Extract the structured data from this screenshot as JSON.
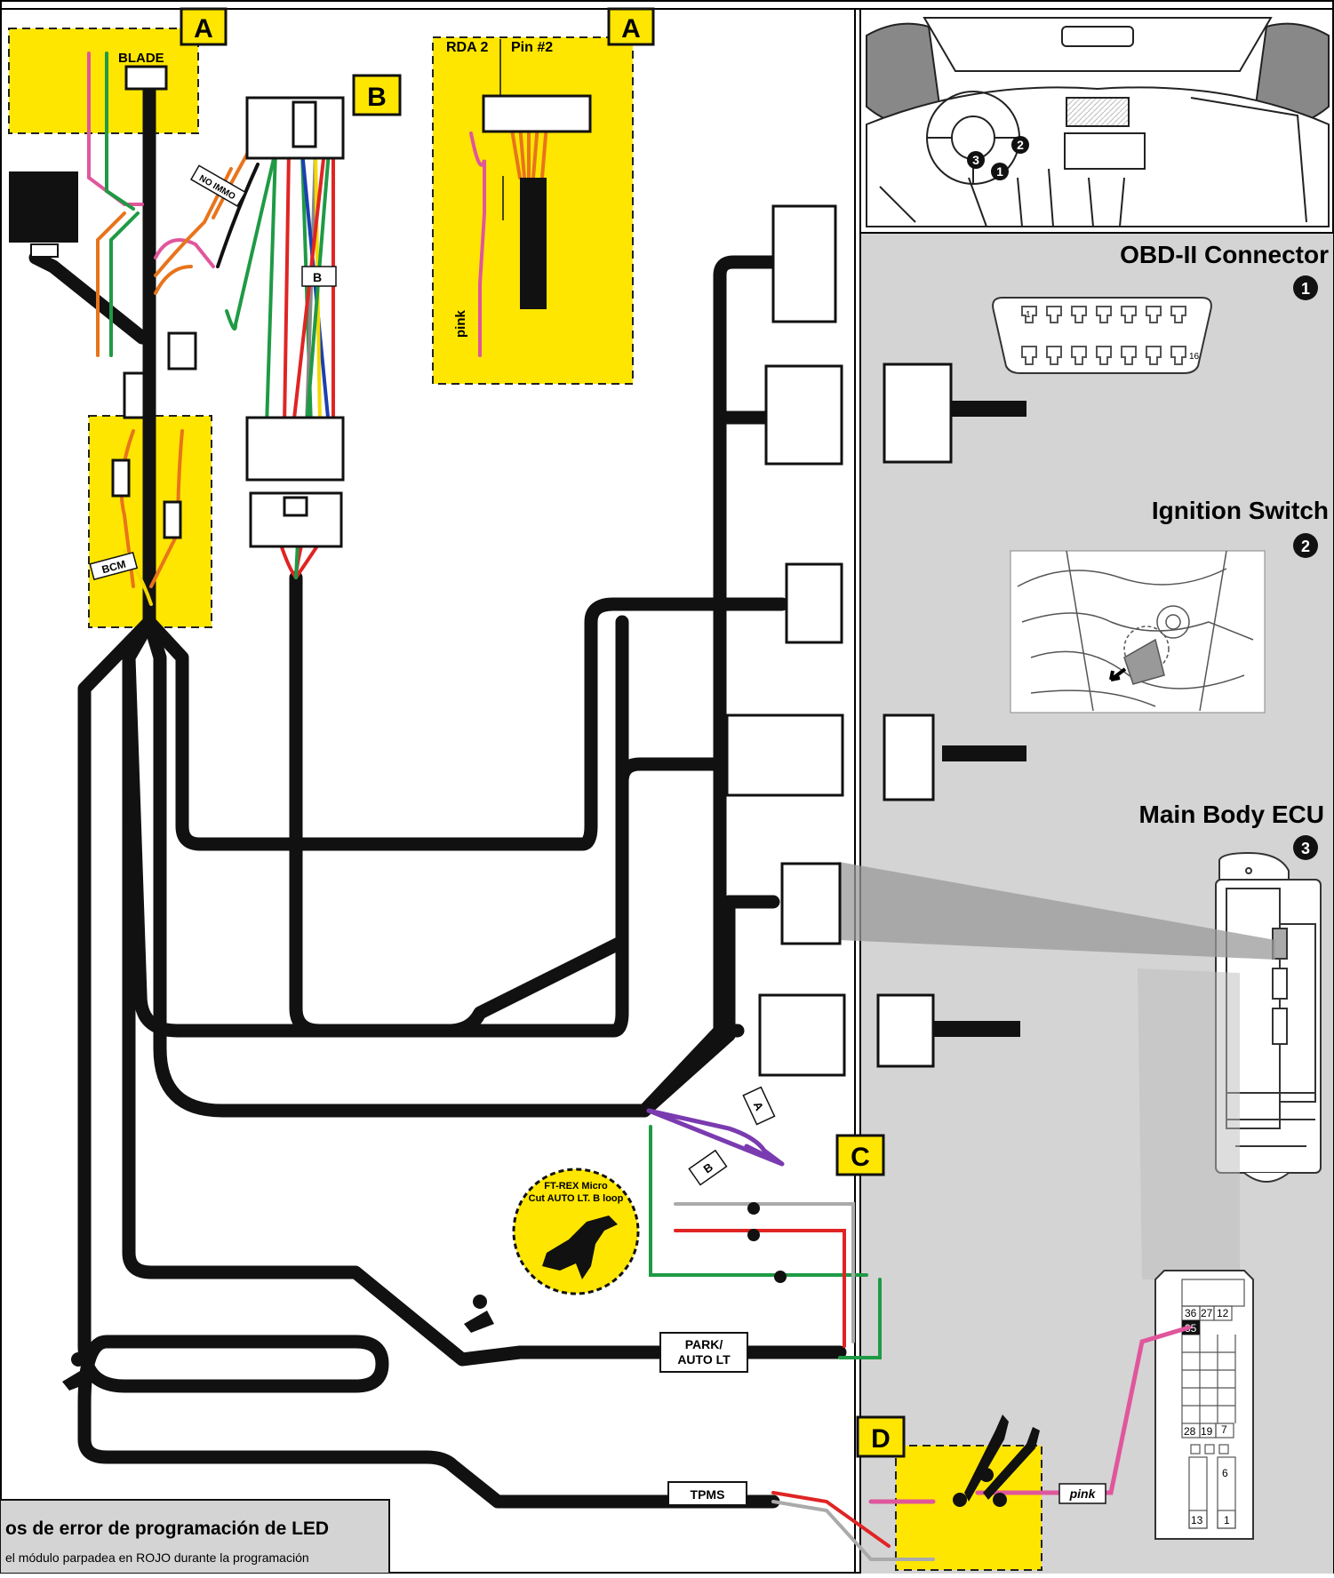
{
  "callouts": {
    "a1": "A",
    "a2": "A",
    "b": "B",
    "c": "C",
    "d": "D"
  },
  "labels": {
    "blade": "BLADE",
    "no_immo": "NO IMMO",
    "b_tag": "B",
    "bcm": "BCM",
    "rda": "RDA 2",
    "pin": "Pin #2",
    "pink_vertical": "pink",
    "a_tag": "A",
    "b_tag2": "B",
    "ftrex_line1": "FT-REX Micro",
    "ftrex_line2": "Cut AUTO LT. B loop",
    "park_line1": "PARK/",
    "park_line2": "AUTO LT",
    "tpms": "TPMS",
    "pink_inline": "pink"
  },
  "locations": {
    "obd": {
      "title": "OBD-II Connector",
      "number": "1"
    },
    "ignition": {
      "title": "Ignition Switch",
      "number": "2"
    },
    "ecu": {
      "title": "Main Body ECU",
      "number": "3"
    }
  },
  "obd_pins": {
    "first": "1",
    "last": "16"
  },
  "ecu_pins": {
    "p36": "36",
    "p27": "27",
    "p12": "12",
    "p35": "35",
    "p28": "28",
    "p19": "19",
    "p7": "7",
    "p6": "6",
    "p13": "13",
    "p1": "1"
  },
  "dash_numbers": {
    "n1": "1",
    "n2": "2",
    "n3": "3"
  },
  "error_box": {
    "title": "os de error de programación de LED",
    "text": "el módulo parpadea en ROJO durante la programación"
  },
  "colors": {
    "yellow": "#ffe600",
    "gray_panel": "#d4d4d4",
    "wire_black": "#111111",
    "wire_pink": "#e0569c",
    "wire_green": "#1f9a45",
    "wire_purple": "#7a3bb0",
    "wire_red": "#e02424",
    "wire_orange": "#e8741c",
    "wire_blue": "#1c3fb0",
    "wire_yellow": "#f4d800"
  }
}
